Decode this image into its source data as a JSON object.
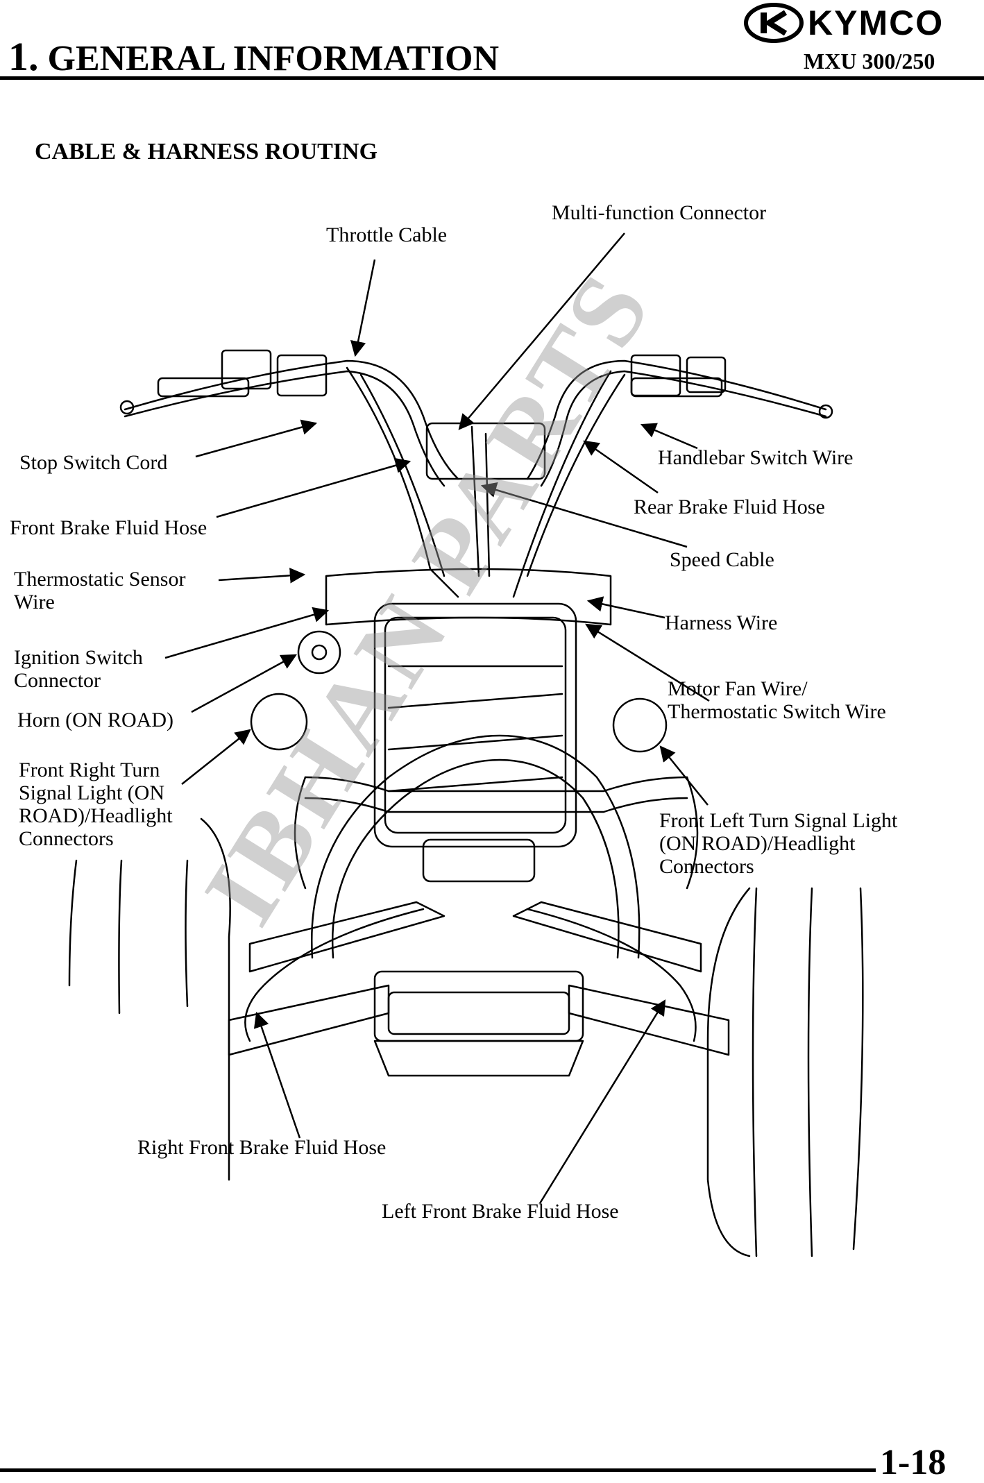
{
  "header": {
    "chapter_number": "1.",
    "chapter_title": "GENERAL INFORMATION",
    "brand": "KYMCO",
    "model": "MXU 300/250"
  },
  "section_title": "CABLE & HARNESS ROUTING",
  "labels": {
    "multi_function_connector": "Multi-function Connector",
    "throttle_cable": "Throttle Cable",
    "stop_switch_cord": "Stop Switch Cord",
    "handlebar_switch_wire": "Handlebar Switch Wire",
    "front_brake_fluid_hose": "Front Brake Fluid Hose",
    "rear_brake_fluid_hose": "Rear Brake Fluid Hose",
    "speed_cable": "Speed Cable",
    "thermostatic_sensor_wire": "Thermostatic Sensor\nWire",
    "harness_wire": "Harness Wire",
    "ignition_switch_connector": "Ignition Switch\nConnector",
    "motor_fan_wire": "Motor Fan Wire/\nThermostatic Switch Wire",
    "horn": "Horn (ON ROAD)",
    "front_right_turn_signal": "Front Right Turn\nSignal Light (ON\nROAD)/Headlight\nConnectors",
    "front_left_turn_signal": "Front Left Turn Signal Light\n(ON ROAD)/Headlight\nConnectors",
    "right_front_brake_fluid_hose": "Right Front Brake Fluid Hose",
    "left_front_brake_fluid_hose": "Left Front Brake Fluid Hose"
  },
  "watermark": "IBHAN PARTS",
  "page_number": "1-18"
}
